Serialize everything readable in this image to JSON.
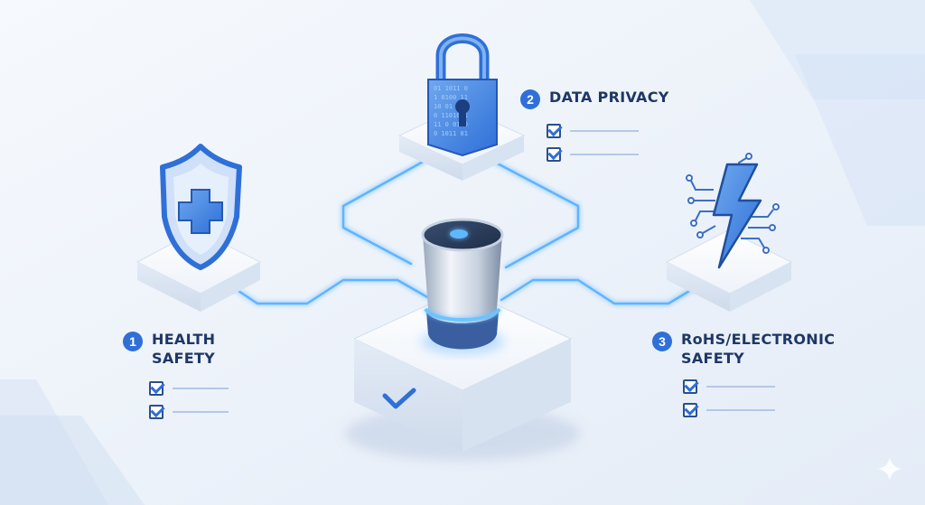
{
  "labels": {
    "health": {
      "number": "1",
      "line1": "HEALTH",
      "line2": "SAFETY"
    },
    "privacy": {
      "number": "2",
      "line1": "DATA PRIVACY"
    },
    "rohs": {
      "number": "3",
      "line1": "RoHS/ELECTRONIC",
      "line2": "SAFETY"
    }
  },
  "colors": {
    "accent": "#2f6fd8",
    "glow": "#4aa8ff",
    "text": "#1e3766",
    "background": "#eef3fa"
  },
  "icons": [
    "shield-cross-icon",
    "padlock-icon",
    "lightning-circuit-icon",
    "smart-speaker-icon",
    "checkmark-icon",
    "sparkle-icon"
  ]
}
